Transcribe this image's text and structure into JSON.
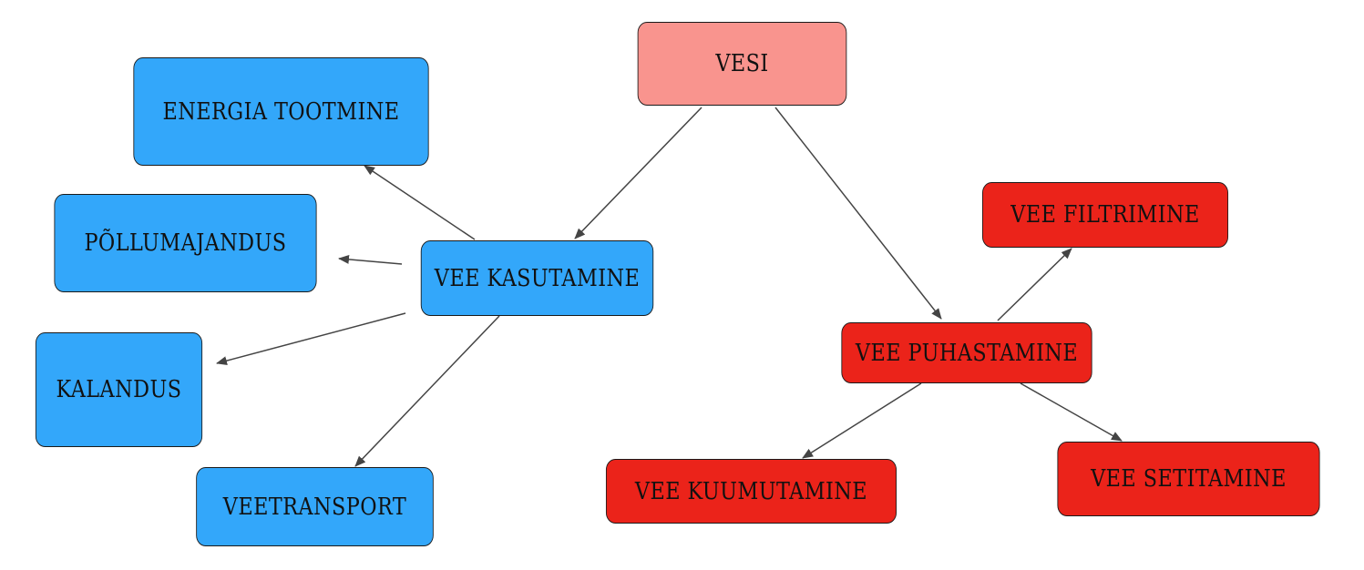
{
  "colors": {
    "root": "#f9948e",
    "usage": "#33a7fa",
    "purification": "#eb231a",
    "edge": "#444444"
  },
  "nodes": {
    "vesi": "VESI",
    "vee_kasutamine": "VEE KASUTAMINE",
    "energia_tootmine": "ENERGIA TOOTMINE",
    "pollumajandus": "PÕLLUMAJANDUS",
    "kalandus": "KALANDUS",
    "veetransport": "VEETRANSPORT",
    "vee_puhastamine": "VEE PUHASTAMINE",
    "vee_filtrimine": "VEE FILTRIMINE",
    "vee_kuumutamine": "VEE KUUMUTAMINE",
    "vee_setitamine": "VEE SETITAMINE"
  },
  "edges": [
    {
      "from": "vesi",
      "to": "vee_kasutamine"
    },
    {
      "from": "vesi",
      "to": "vee_puhastamine"
    },
    {
      "from": "vee_kasutamine",
      "to": "energia_tootmine"
    },
    {
      "from": "vee_kasutamine",
      "to": "pollumajandus"
    },
    {
      "from": "vee_kasutamine",
      "to": "kalandus"
    },
    {
      "from": "vee_kasutamine",
      "to": "veetransport"
    },
    {
      "from": "vee_puhastamine",
      "to": "vee_filtrimine"
    },
    {
      "from": "vee_puhastamine",
      "to": "vee_kuumutamine"
    },
    {
      "from": "vee_puhastamine",
      "to": "vee_setitamine"
    }
  ]
}
